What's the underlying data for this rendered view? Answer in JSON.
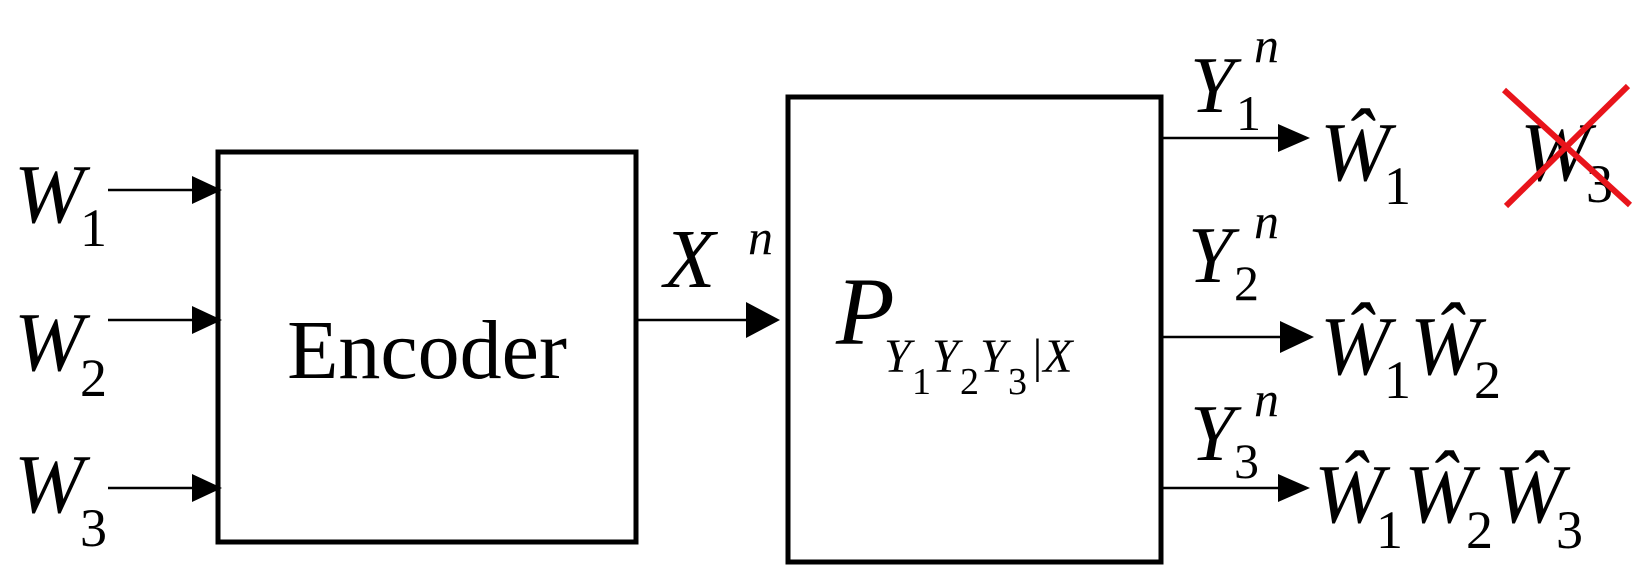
{
  "inputs": [
    {
      "sym": "W",
      "sub": "1"
    },
    {
      "sym": "W",
      "sub": "2"
    },
    {
      "sym": "W",
      "sub": "3"
    }
  ],
  "encoder": {
    "label": "Encoder"
  },
  "channel_input": {
    "sym": "X",
    "sup": "n"
  },
  "channel": {
    "sym": "P",
    "cond": "|X",
    "sub_parts": [
      {
        "sym": "Y",
        "sub": "1"
      },
      {
        "sym": "Y",
        "sub": "2"
      },
      {
        "sym": "Y",
        "sub": "3"
      }
    ]
  },
  "outputs": [
    {
      "sym": "Y",
      "sub": "1",
      "sup": "n",
      "decoded": [
        {
          "sym": "Ŵ",
          "sub": "1"
        }
      ],
      "crossed": {
        "sym": "W",
        "sub": "3",
        "cross_color": "#e8141b"
      }
    },
    {
      "sym": "Y",
      "sub": "2",
      "sup": "n",
      "decoded": [
        {
          "sym": "Ŵ",
          "sub": "1"
        },
        {
          "sym": "Ŵ",
          "sub": "2"
        }
      ]
    },
    {
      "sym": "Y",
      "sub": "3",
      "sup": "n",
      "decoded": [
        {
          "sym": "Ŵ",
          "sub": "1"
        },
        {
          "sym": "Ŵ",
          "sub": "2"
        },
        {
          "sym": "Ŵ",
          "sub": "3"
        }
      ]
    }
  ]
}
